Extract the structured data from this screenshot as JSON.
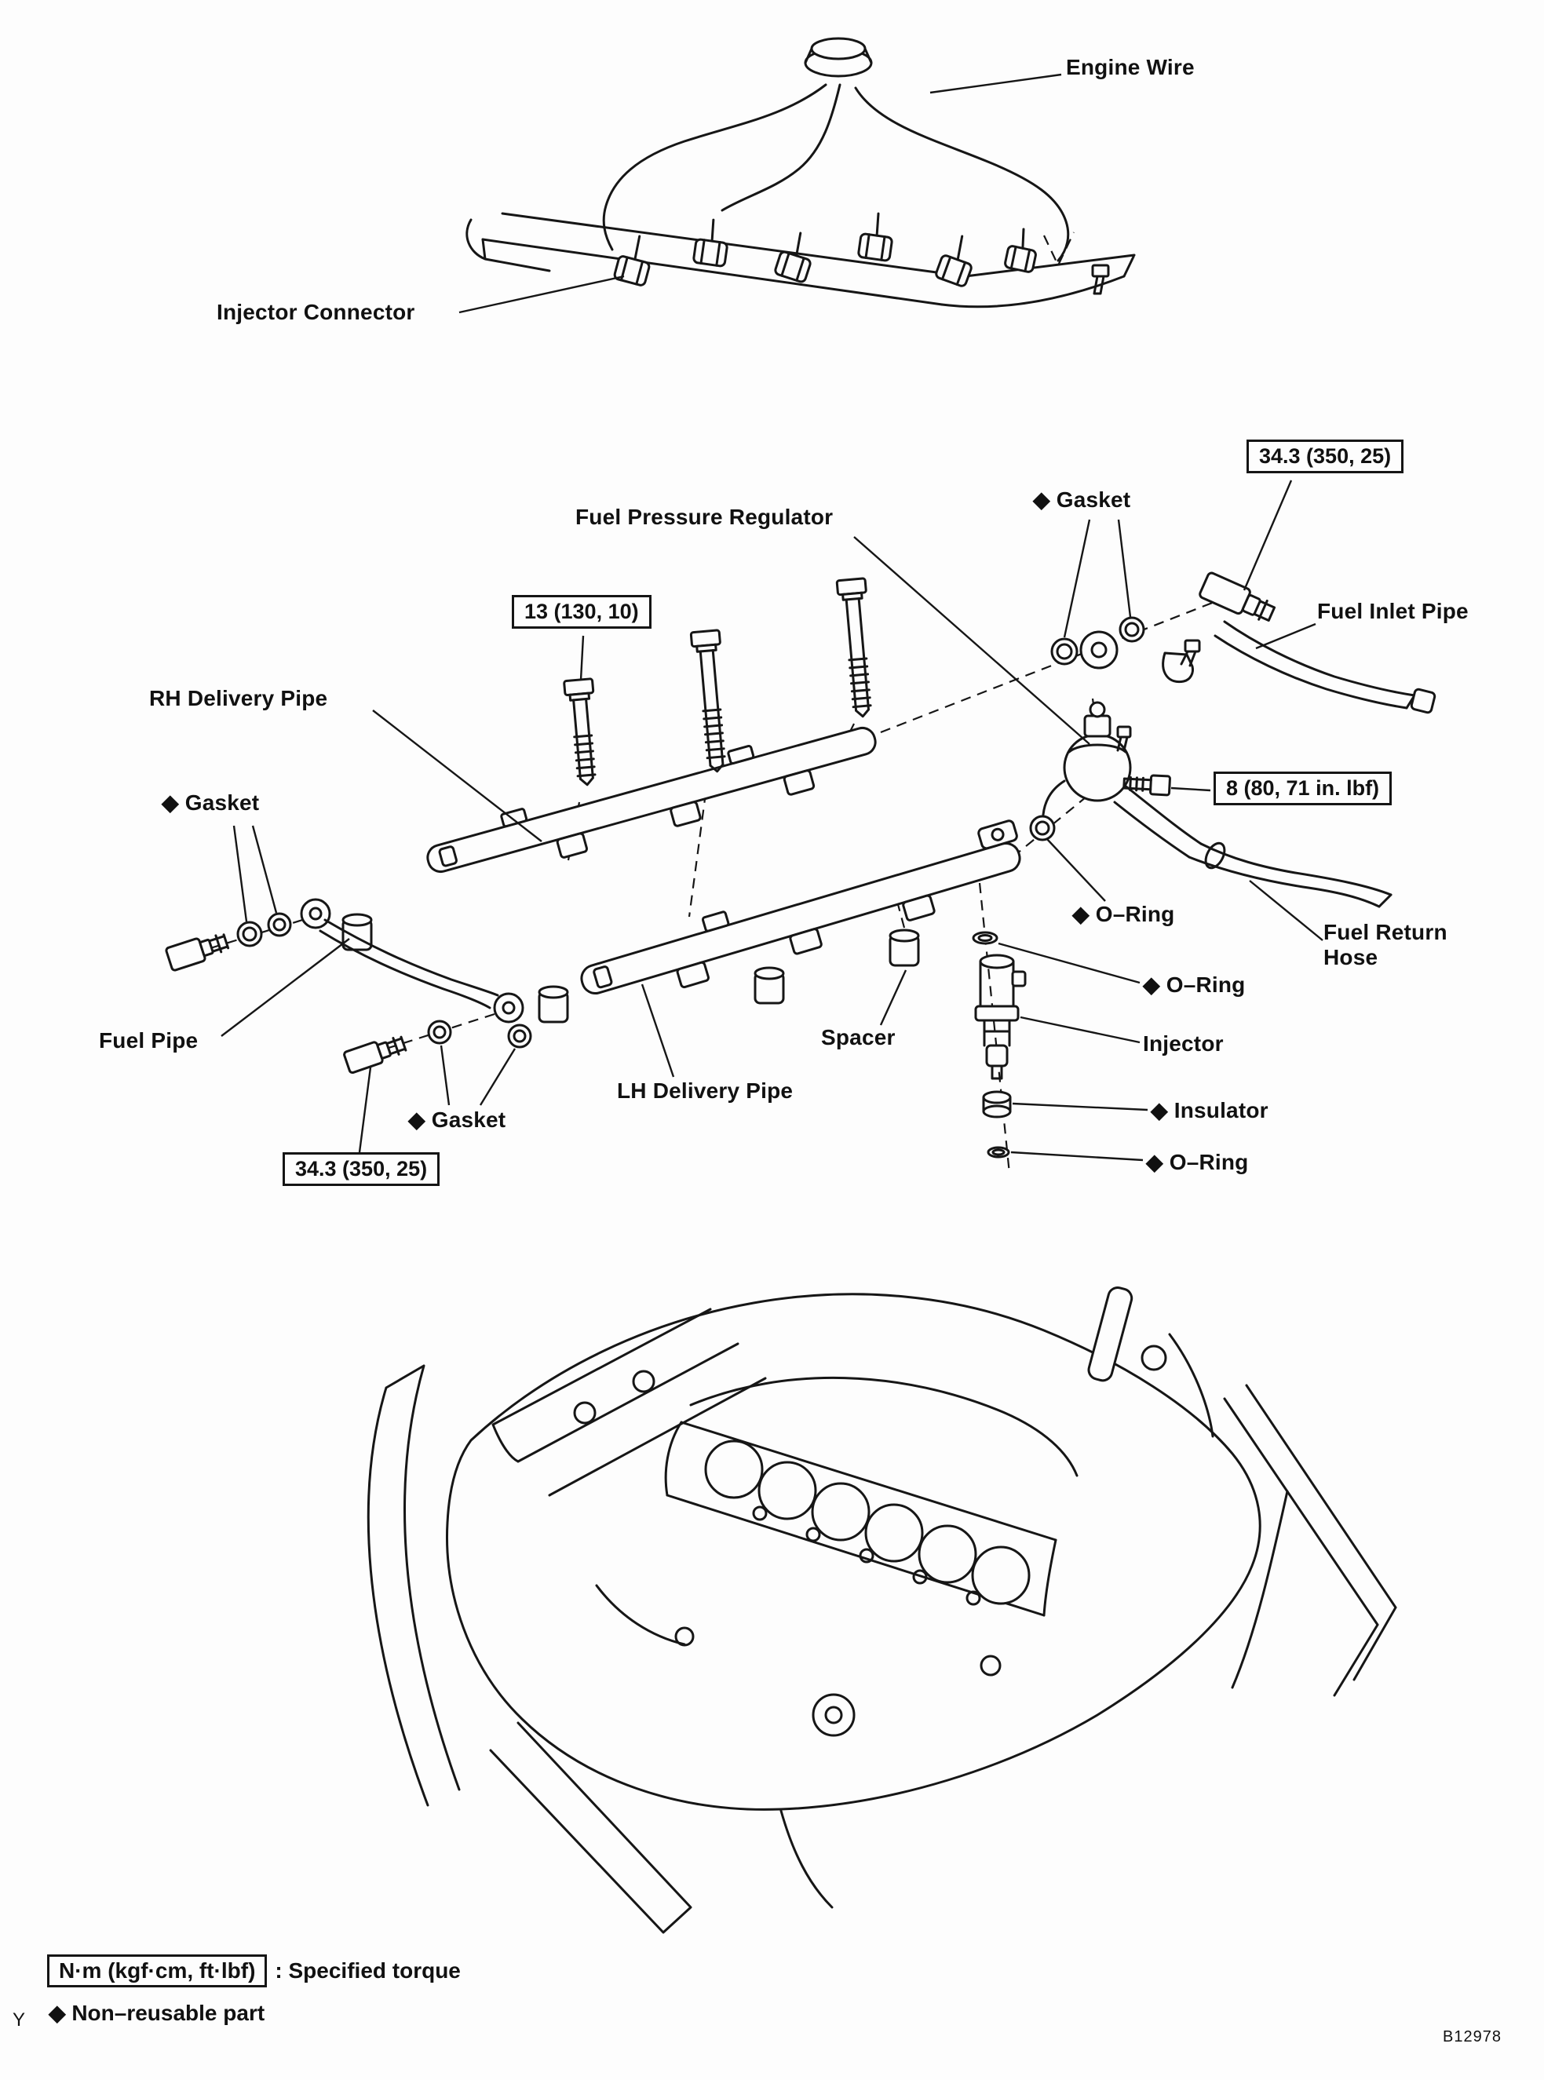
{
  "figure": {
    "corner_mark": "Y",
    "figure_code": "B12978"
  },
  "callouts": {
    "engine_wire": "Engine Wire",
    "injector_connector": "Injector Connector",
    "fuel_pressure_regulator": "Fuel Pressure Regulator",
    "gasket_upper_right": "◆ Gasket",
    "fuel_inlet_pipe": "Fuel Inlet Pipe",
    "rh_delivery_pipe": "RH Delivery Pipe",
    "gasket_left": "◆ Gasket",
    "o_ring_regulator": "◆ O–Ring",
    "fuel_return_hose_line1": "Fuel Return",
    "fuel_return_hose_line2": "Hose",
    "o_ring_injector_top": "◆ O–Ring",
    "fuel_pipe": "Fuel Pipe",
    "spacer": "Spacer",
    "injector": "Injector",
    "lh_delivery_pipe": "LH Delivery Pipe",
    "gasket_lower_left": "◆ Gasket",
    "insulator": "◆ Insulator",
    "o_ring_injector_bottom": "◆ O–Ring"
  },
  "torque_specs": {
    "inlet_union": "34.3 (350, 25)",
    "delivery_pipe_bolts": "13 (130, 10)",
    "regulator_bolt": "8 (80, 71 in. lbf)",
    "fuel_pipe_union": "34.3 (350, 25)"
  },
  "legend": {
    "torque_units": "N·m (kgf·cm, ft·lbf)",
    "torque_note": ": Specified torque",
    "non_reusable_note": "◆ Non–reusable part"
  }
}
